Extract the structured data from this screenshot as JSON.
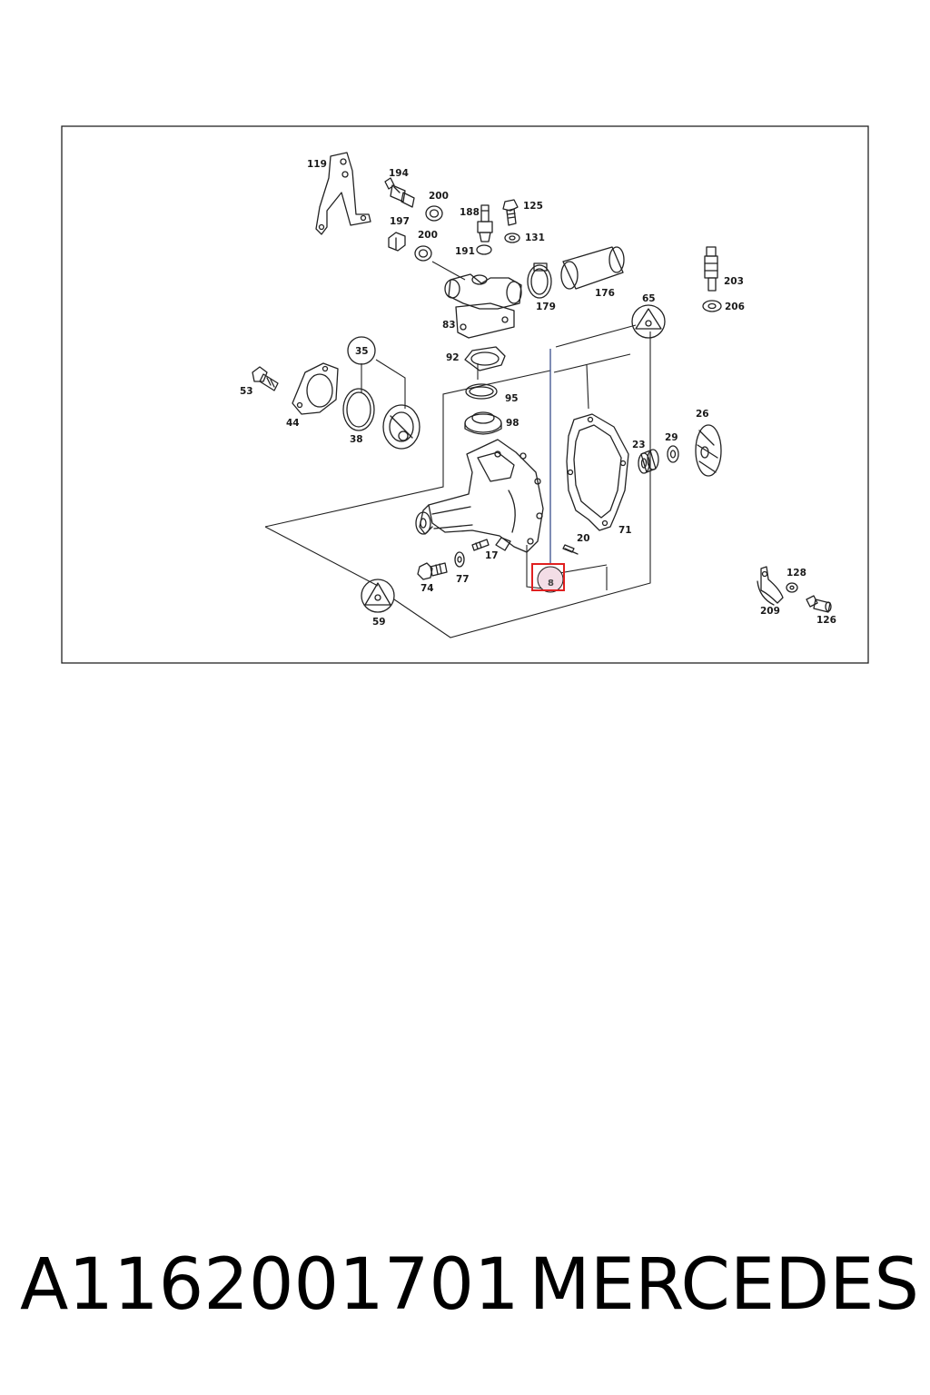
{
  "labels": {
    "l119": "119",
    "l194": "194",
    "l200a": "200",
    "l188": "188",
    "l125": "125",
    "l197": "197",
    "l200b": "200",
    "l191": "191",
    "l131": "131",
    "l176": "176",
    "l179": "179",
    "l83": "83",
    "l65": "65",
    "l203": "203",
    "l206": "206",
    "l35": "35",
    "l53": "53",
    "l44": "44",
    "l38": "38",
    "l92": "92",
    "l95": "95",
    "l98": "98",
    "l23": "23",
    "l29": "29",
    "l26": "26",
    "l71": "71",
    "l20": "20",
    "l17": "17",
    "l74": "74",
    "l77": "77",
    "l8": "8",
    "l59": "59",
    "l128": "128",
    "l209": "209",
    "l126": "126"
  },
  "caption": {
    "part_number": "A1162001701",
    "brand": "MERCEDES"
  },
  "colors": {
    "highlight_border": "#e02020",
    "highlight_fill": "#f3dde6",
    "leader_blue": "#3a4f8c"
  }
}
